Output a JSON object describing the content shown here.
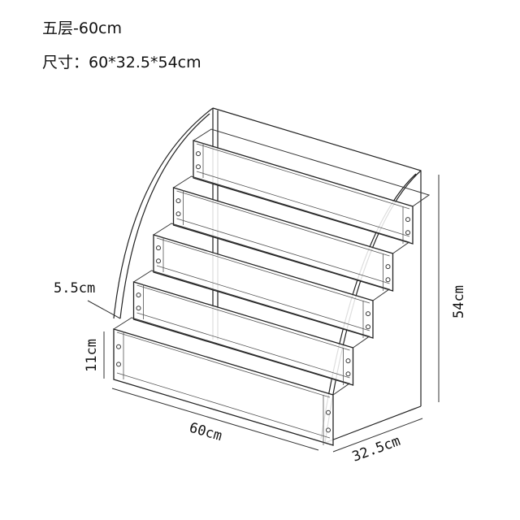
{
  "title": "五层-60cm",
  "size_label": "尺寸：60*32.5*54cm",
  "dimensions": {
    "shelf_depth": "5.5cm",
    "shelf_height": "11cm",
    "width": "60cm",
    "depth": "32.5cm",
    "height": "54cm"
  }
}
